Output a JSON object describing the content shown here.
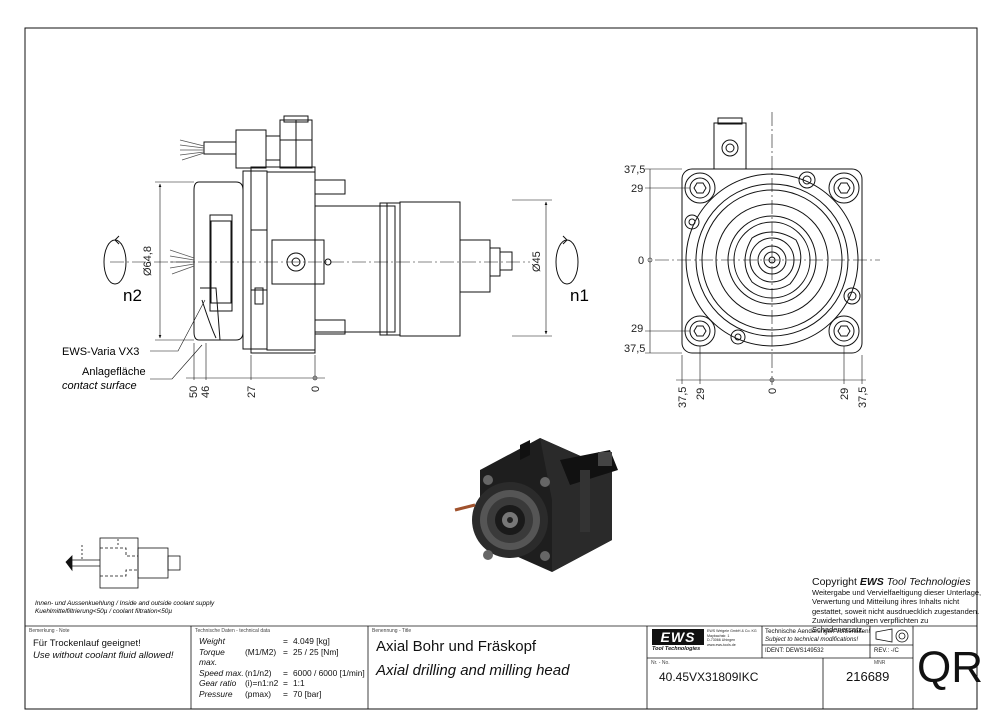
{
  "drawing": {
    "side_view": {
      "dia_body": "Ø64,8",
      "dia_shaft": "Ø45",
      "rotation_left": "n2",
      "rotation_right": "n1",
      "callout_varia": "EWS-Varia VX3",
      "callout_contact_de": "Anlagefläche",
      "callout_contact_en": "contact surface",
      "bottom_dims": [
        "50",
        "46",
        "27",
        "0"
      ]
    },
    "front_view": {
      "vertical_dims": [
        "37,5",
        "29",
        "0",
        "29",
        "37,5"
      ],
      "horizontal_dims": [
        "37,5",
        "29",
        "0",
        "29",
        "37,5"
      ]
    },
    "coolant_note": {
      "line1": "Innen- und Aussenkuehlung / Inside and outside coolant supply",
      "line2": "Kuehlmittelfiltrierung<50µ / coolant filtration<50µ"
    },
    "copyright": {
      "prefix": "Copyright ",
      "brand": "EWS",
      "suffix": " Tool Technologies",
      "lines": [
        "Weitergabe und Vervielfaeltigung dieser Unterlage,",
        "Verwertung und Mitteilung ihres Inhalts nicht",
        "gestattet, soweit nicht ausdruecklich zugestanden.",
        "Zuwiderhandlungen verpflichten zu Schadenersatz."
      ]
    }
  },
  "title_block": {
    "note": {
      "label": "Bemerkung - Note",
      "de": "Für Trockenlauf geeignet!",
      "en": "Use without coolant fluid allowed!"
    },
    "tech_data": {
      "label": "Technische Daten - technical data",
      "rows": [
        {
          "name": "Weight",
          "sym": "",
          "eq": "=",
          "val": "4.049 [kg]"
        },
        {
          "name": "Torque max.",
          "sym": "(M1/M2)",
          "eq": "=",
          "val": "25 / 25 [Nm]"
        },
        {
          "name": "Speed max.",
          "sym": "(n1/n2)",
          "eq": "=",
          "val": "6000 / 6000 [1/min]"
        },
        {
          "name": "Gear ratio",
          "sym": "(i)=n1:n2",
          "eq": "=",
          "val": "1:1"
        },
        {
          "name": "Pressure",
          "sym": "(pmax)",
          "eq": "=",
          "val": "70 [bar]"
        }
      ]
    },
    "title": {
      "label": "Benennung - Title",
      "de": "Axial Bohr und Fräskopf",
      "en": "Axial drilling and milling head"
    },
    "number": {
      "label": "Nr. - No.",
      "value": "40.45VX31809IKC"
    },
    "company": {
      "logo": "EWS",
      "logo_sub": "Tool Technologies",
      "address_lines": [
        "EWS Weigele GmbH & Co. KG",
        "Maybachstr. 1",
        "D-73066 Uhingen",
        "www.ews-tools.de"
      ]
    },
    "changes": {
      "de": "Technische Aenderungen vorbehalten!",
      "en": "Subject to technical modifications!",
      "ident_label": "IDENT:",
      "ident_value": "DEWS149532",
      "rev_label": "REV.:",
      "rev_value": "-/C"
    },
    "mnr": {
      "label": "MNR",
      "value": "216689"
    },
    "qr": "QR"
  }
}
